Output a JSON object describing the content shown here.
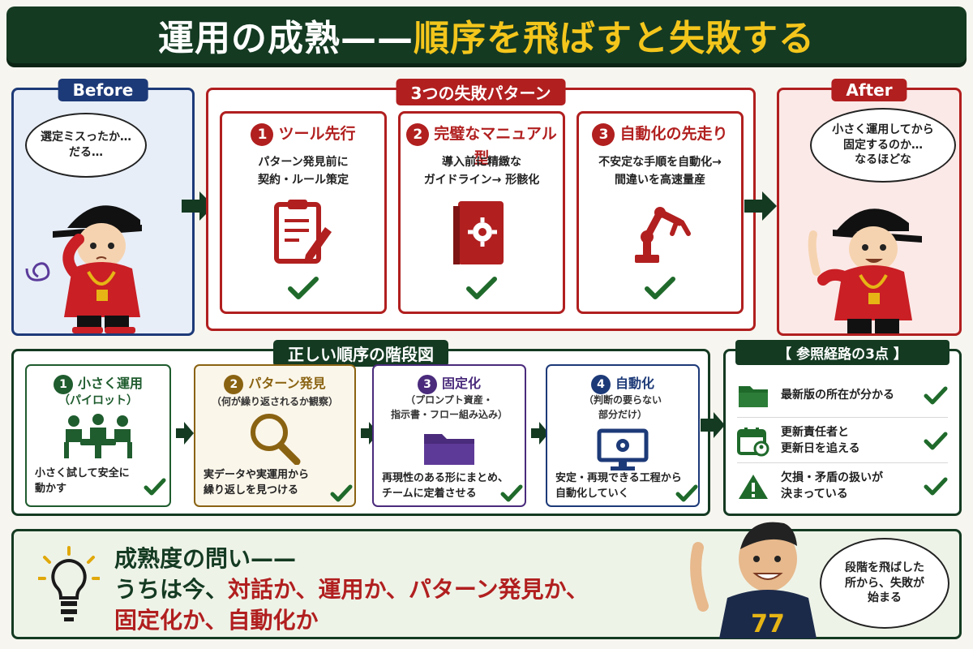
{
  "banner": {
    "title_white": "運用の成熟——",
    "title_yellow": "順序を飛ばすと失敗する"
  },
  "before": {
    "label": "Before",
    "bubble_1": "選定ミスったか…",
    "bubble_2": "だる…",
    "label_color": "#1d3a78"
  },
  "after": {
    "label": "After",
    "bubble_1": "小さく運用してから",
    "bubble_2": "固定するのか…",
    "bubble_3": "なるほどな",
    "label_color": "#b11f1f"
  },
  "failures": {
    "title": "3つの失敗パターン",
    "items": [
      {
        "num": "1",
        "title": "ツール先行",
        "line_1": "パターン発見前に",
        "line_2": "契約・ルール策定",
        "icon": "clipboard-pen-icon"
      },
      {
        "num": "2",
        "title": "完璧なマニュアル型",
        "line_1": "導入前に精緻な",
        "line_2": "ガイドライン→ 形骸化",
        "icon": "manual-gear-icon"
      },
      {
        "num": "3",
        "title": "自動化の先走り",
        "line_1": "不安定な手順を自動化→",
        "line_2": "間違いを高速量産",
        "icon": "robot-arm-icon"
      }
    ]
  },
  "stairs": {
    "title": "正しい順序の階段図",
    "steps": [
      {
        "num": "1",
        "title": "小さく運用",
        "sub_1": "（パイロット）",
        "sub_2": "",
        "desc_1": "小さく試して安全に",
        "desc_2": "動かす",
        "color": "#1f5c2e",
        "icon": "meeting-icon"
      },
      {
        "num": "2",
        "title": "パターン発見",
        "sub_1": "（何が繰り返されるか観察）",
        "sub_2": "",
        "desc_1": "実データや実運用から",
        "desc_2": "繰り返しを見つける",
        "color": "#8a6312",
        "icon": "magnifier-icon"
      },
      {
        "num": "3",
        "title": "固定化",
        "sub_1": "（プロンプト資産・",
        "sub_2": "指示書・フロー組み込み）",
        "desc_1": "再現性のある形にまとめ、",
        "desc_2": "チームに定着させる",
        "color": "#4a2b7c",
        "icon": "folder-icon"
      },
      {
        "num": "4",
        "title": "自動化",
        "sub_1": "（判断の要らない",
        "sub_2": "部分だけ）",
        "desc_1": "安定・再現できる工程から",
        "desc_2": "自動化していく",
        "color": "#1d3a78",
        "icon": "monitor-gear-icon"
      }
    ]
  },
  "reference": {
    "title": "【 参照経路の3点 】",
    "items": [
      {
        "line_1": "最新版の所在が分かる",
        "line_2": "",
        "icon": "folder-icon"
      },
      {
        "line_1": "更新責任者と",
        "line_2": "更新日を追える",
        "icon": "calendar-user-icon"
      },
      {
        "line_1": "欠損・矛盾の扱いが",
        "line_2": "決まっている",
        "icon": "warning-icon"
      }
    ]
  },
  "question": {
    "title": "成熟度の問い——",
    "line1_a": "うちは今、",
    "line1_b": "対話か、運用か、パターン発見か、",
    "line2": "固定化か、自動化か",
    "bubble_1": "段階を飛ばした",
    "bubble_2": "所から、失敗が",
    "bubble_3": "始まる",
    "jersey_number": "77"
  },
  "colors": {
    "dark_green": "#143a22",
    "red": "#b11f1f",
    "yellow": "#f4c61c",
    "check_green": "#1f6a2b"
  }
}
